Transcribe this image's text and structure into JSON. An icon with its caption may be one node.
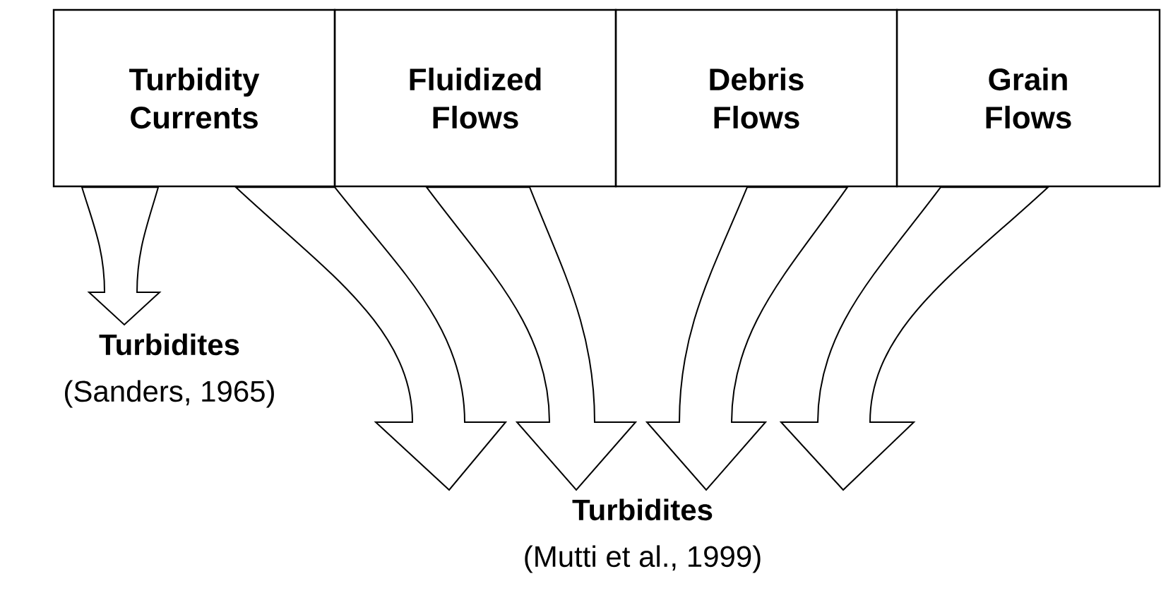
{
  "diagram": {
    "nodes": [
      {
        "text": [
          "Turbidity Currents"
        ]
      },
      {
        "text": [
          "Fluidized Flows"
        ]
      },
      {
        "text": [
          "Debris Flows"
        ]
      },
      {
        "text": [
          "Grain Flows"
        ]
      },
      {
        "text": [
          "Turbidites",
          "(Sanders, 1965)"
        ]
      },
      {
        "text": [
          "Turbidites",
          "(Mutti et al., 1999)"
        ]
      }
    ],
    "edges": [
      {
        "from": 0,
        "to": 4,
        "arrow": "to"
      },
      {
        "from": 0,
        "to": 5,
        "arrow": "to"
      },
      {
        "from": 1,
        "to": 5,
        "arrow": "to"
      },
      {
        "from": 2,
        "to": 5,
        "arrow": "to"
      },
      {
        "from": 3,
        "to": 5,
        "arrow": "to"
      }
    ]
  }
}
